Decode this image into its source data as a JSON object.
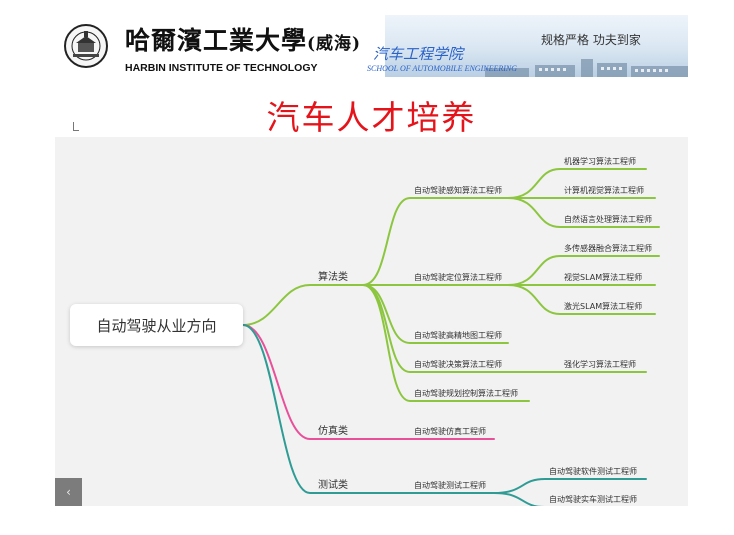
{
  "header": {
    "school_cn": "哈爾濱工業大學",
    "school_cn_sub": "(威海)",
    "school_en": "HARBIN INSTITUTE OF TECHNOLOGY",
    "college_cn": "汽车工程学院",
    "college_en": "SCHOOL OF AUTOMOBILE ENGINEERING",
    "motto": "规格严格 功夫到家"
  },
  "title": "汽车人才培养",
  "mindmap": {
    "root": "自动驾驶从业方向",
    "colors": {
      "algorithm": "#8cc63f",
      "simulation": "#e8509a",
      "testing": "#2e9c95"
    },
    "categories": {
      "algorithm": "算法类",
      "simulation": "仿真类",
      "testing": "测试类"
    },
    "algorithm_roles": {
      "perception": "自动驾驶感知算法工程师",
      "localization": "自动驾驶定位算法工程师",
      "hdmap": "自动驾驶高精地图工程师",
      "decision": "自动驾驶决策算法工程师",
      "planning": "自动驾驶规划控制算法工程师"
    },
    "perception_sub": [
      "机器学习算法工程师",
      "计算机视觉算法工程师",
      "自然语言处理算法工程师"
    ],
    "localization_sub": [
      "多传感器融合算法工程师",
      "视觉SLAM算法工程师",
      "激光SLAM算法工程师"
    ],
    "decision_sub": [
      "强化学习算法工程师"
    ],
    "simulation_role": "自动驾驶仿真工程师",
    "testing_role": "自动驾驶测试工程师",
    "testing_sub": [
      "自动驾驶软件测试工程师",
      "自动驾驶实车测试工程师"
    ]
  },
  "nav": {
    "prev": "‹"
  }
}
